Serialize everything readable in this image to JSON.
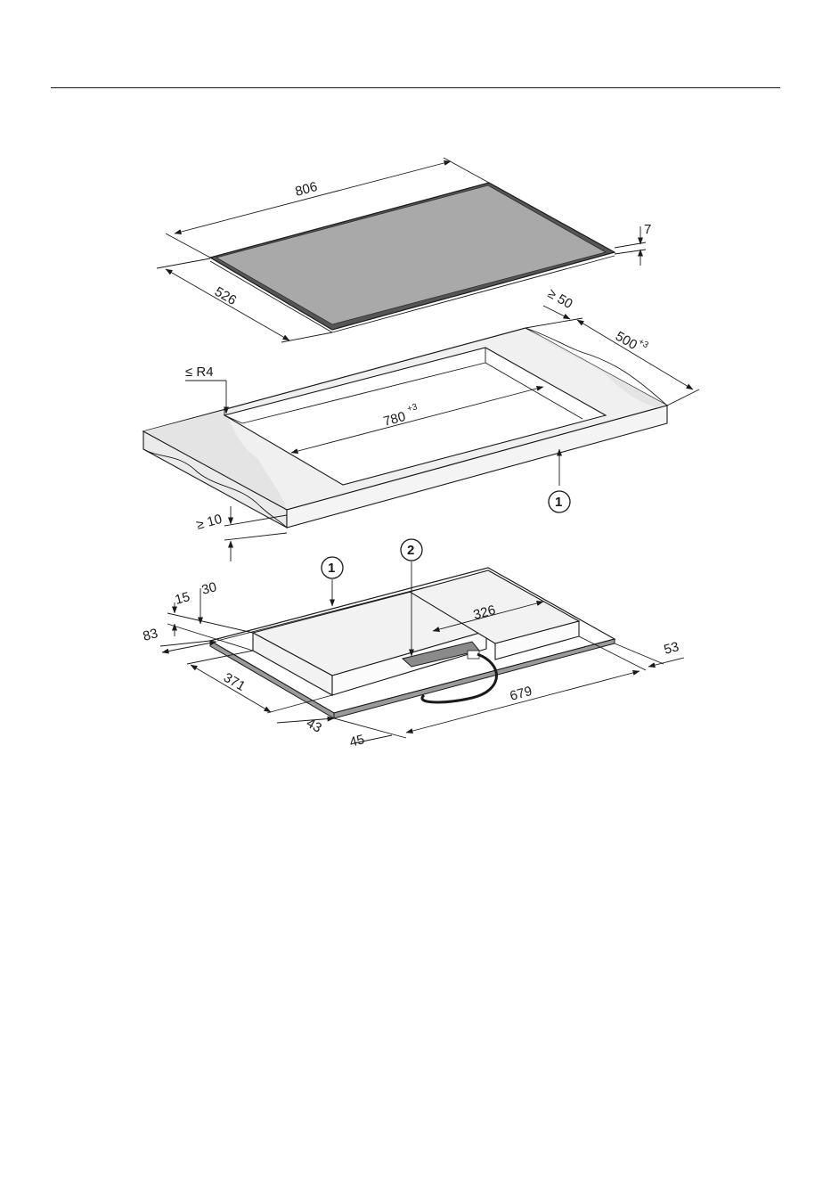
{
  "hob": {
    "width": "806",
    "depth": "526",
    "glass_thickness": "7",
    "colors": {
      "glass": "#a9a9a9",
      "frame": "#555555"
    }
  },
  "cutout": {
    "width": "780",
    "width_tol": "+3",
    "depth": "500",
    "depth_tol": "+3",
    "corner_radius": "≤ R4",
    "min_clearance": "≥ 50",
    "min_thickness": "≥ 10",
    "colors": {
      "worktop": "#f0f0f0",
      "worktop_shade": "#e6e6e6"
    }
  },
  "underside": {
    "d_15": "15",
    "d_30": "30",
    "d_83": "83",
    "d_371": "371",
    "d_43": "43",
    "d_45": "45",
    "d_679": "679",
    "d_326": "326",
    "d_53": "53"
  },
  "callouts": {
    "c1": "1",
    "c2": "2"
  }
}
